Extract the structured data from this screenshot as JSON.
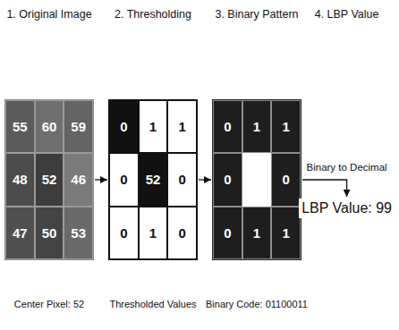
{
  "diagram": {
    "nodes": [
      {
        "text": [
          "1. Original Image",
          "Center Pixel: 52"
        ]
      },
      {
        "text": [
          "55"
        ],
        "in": 0
      },
      {
        "text": [
          "60"
        ],
        "in": 0
      },
      {
        "text": [
          "59"
        ],
        "in": 0
      },
      {
        "text": [
          "48"
        ],
        "in": 0
      },
      {
        "text": [
          "52"
        ],
        "in": 0
      },
      {
        "text": [
          "46"
        ],
        "in": 0
      },
      {
        "text": [
          "47"
        ],
        "in": 0
      },
      {
        "text": [
          "50"
        ],
        "in": 0
      },
      {
        "text": [
          "53"
        ],
        "in": 0
      },
      {
        "text": [
          "2. Thresholding",
          "Thresholded Values"
        ]
      },
      {
        "text": [
          "0"
        ],
        "in": 10
      },
      {
        "text": [
          "1"
        ],
        "in": 10
      },
      {
        "text": [
          "1"
        ],
        "in": 10
      },
      {
        "text": [
          "0"
        ],
        "in": 10
      },
      {
        "text": [
          "52"
        ],
        "in": 10
      },
      {
        "text": [
          "0"
        ],
        "in": 10
      },
      {
        "text": [
          "0"
        ],
        "in": 10
      },
      {
        "text": [
          "1"
        ],
        "in": 10
      },
      {
        "text": [
          "0"
        ],
        "in": 10
      },
      {
        "text": [
          "3. Binary Pattern",
          "Binary Code: 01100011"
        ]
      },
      {
        "text": [
          "0"
        ],
        "in": 20
      },
      {
        "text": [
          "1"
        ],
        "in": 20
      },
      {
        "text": [
          "1"
        ],
        "in": 20
      },
      {
        "text": [
          "0"
        ],
        "in": 20
      },
      {
        "text": [
          "0"
        ],
        "in": 20
      },
      {
        "text": [
          "0"
        ],
        "in": 20
      },
      {
        "text": [
          "1"
        ],
        "in": 20
      },
      {
        "text": [
          "1"
        ],
        "in": 20
      },
      {
        "text": [
          "LBP Value: 99"
        ]
      }
    ],
    "edges": [
      {
        "from": 0,
        "to": 10,
        "arrow": "to"
      },
      {
        "from": 10,
        "to": 20,
        "arrow": "to"
      },
      {
        "from": 20,
        "to": 29,
        "label": "Binary to Decimal",
        "arrow": "to"
      }
    ],
    "labels": [
      "4. LBP Value"
    ]
  }
}
